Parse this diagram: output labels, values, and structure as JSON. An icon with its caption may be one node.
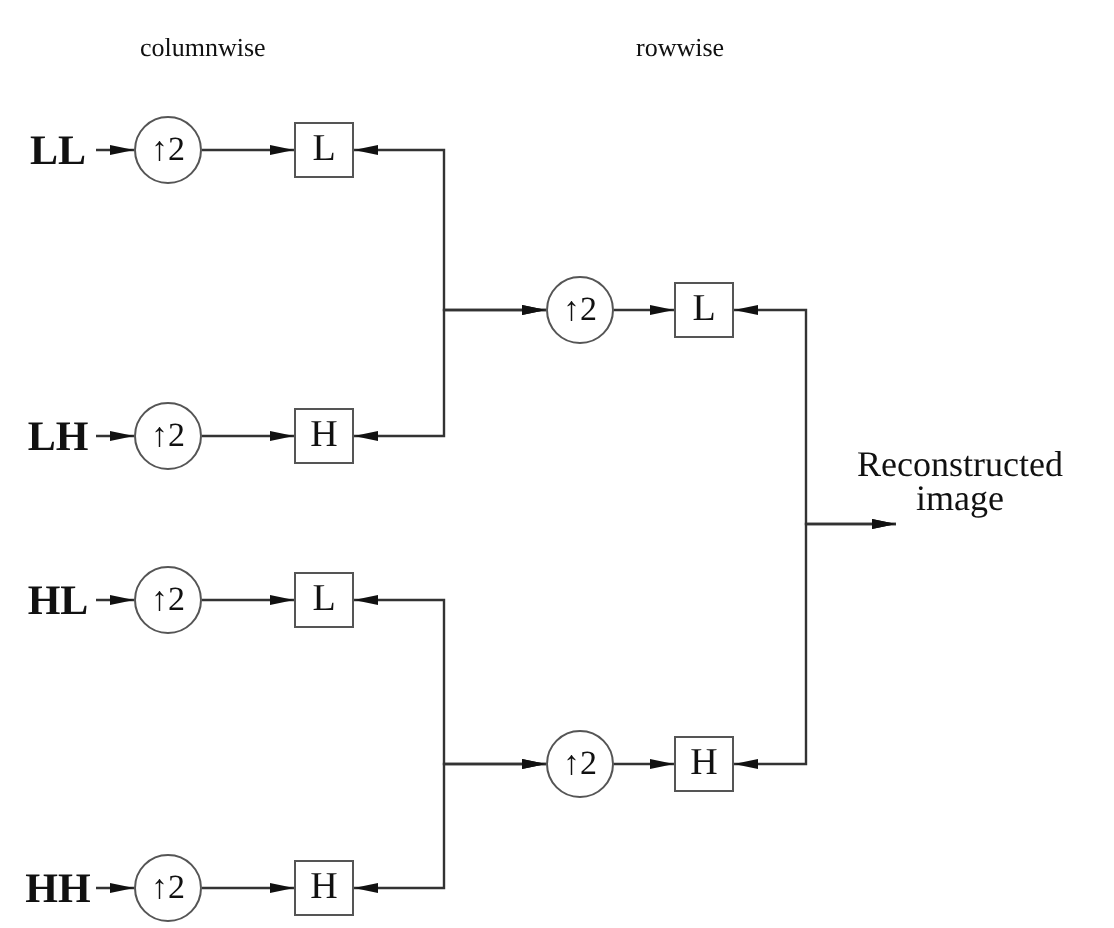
{
  "diagram": {
    "nodes": [
      {
        "text": [
          "LL"
        ]
      },
      {
        "text": [
          "↑2"
        ]
      },
      {
        "text": [
          "L"
        ]
      },
      {
        "text": [
          "LH"
        ]
      },
      {
        "text": [
          "↑2"
        ]
      },
      {
        "text": [
          "H"
        ]
      },
      {
        "text": [
          "HL"
        ]
      },
      {
        "text": [
          "↑2"
        ]
      },
      {
        "text": [
          "L"
        ]
      },
      {
        "text": [
          "HH"
        ]
      },
      {
        "text": [
          "↑2"
        ]
      },
      {
        "text": [
          "H"
        ]
      },
      {
        "text": [
          "↑2"
        ]
      },
      {
        "text": [
          "L"
        ]
      },
      {
        "text": [
          "↑2"
        ]
      },
      {
        "text": [
          "H"
        ]
      },
      {
        "text": [
          "Reconstructed image"
        ]
      }
    ],
    "edges": [
      {
        "from": 0,
        "to": 1,
        "arrow": "to"
      },
      {
        "from": 1,
        "to": 2,
        "arrow": "to"
      },
      {
        "from": 3,
        "to": 4,
        "arrow": "to"
      },
      {
        "from": 4,
        "to": 5,
        "arrow": "to"
      },
      {
        "from": 6,
        "to": 7,
        "arrow": "to"
      },
      {
        "from": 7,
        "to": 8,
        "arrow": "to"
      },
      {
        "from": 9,
        "to": 10,
        "arrow": "to"
      },
      {
        "from": 10,
        "to": 11,
        "arrow": "to"
      },
      {
        "from": 2,
        "to": 12,
        "arrow": "both"
      },
      {
        "from": 5,
        "to": 12,
        "arrow": "both"
      },
      {
        "from": 8,
        "to": 14,
        "arrow": "both"
      },
      {
        "from": 11,
        "to": 14,
        "arrow": "both"
      },
      {
        "from": 12,
        "to": 13,
        "arrow": "to"
      },
      {
        "from": 14,
        "to": 15,
        "arrow": "to"
      },
      {
        "from": 13,
        "to": 16,
        "arrow": "both"
      },
      {
        "from": 15,
        "to": 16,
        "arrow": "both"
      }
    ],
    "labels": [
      "columnwise",
      "rowwise"
    ]
  }
}
